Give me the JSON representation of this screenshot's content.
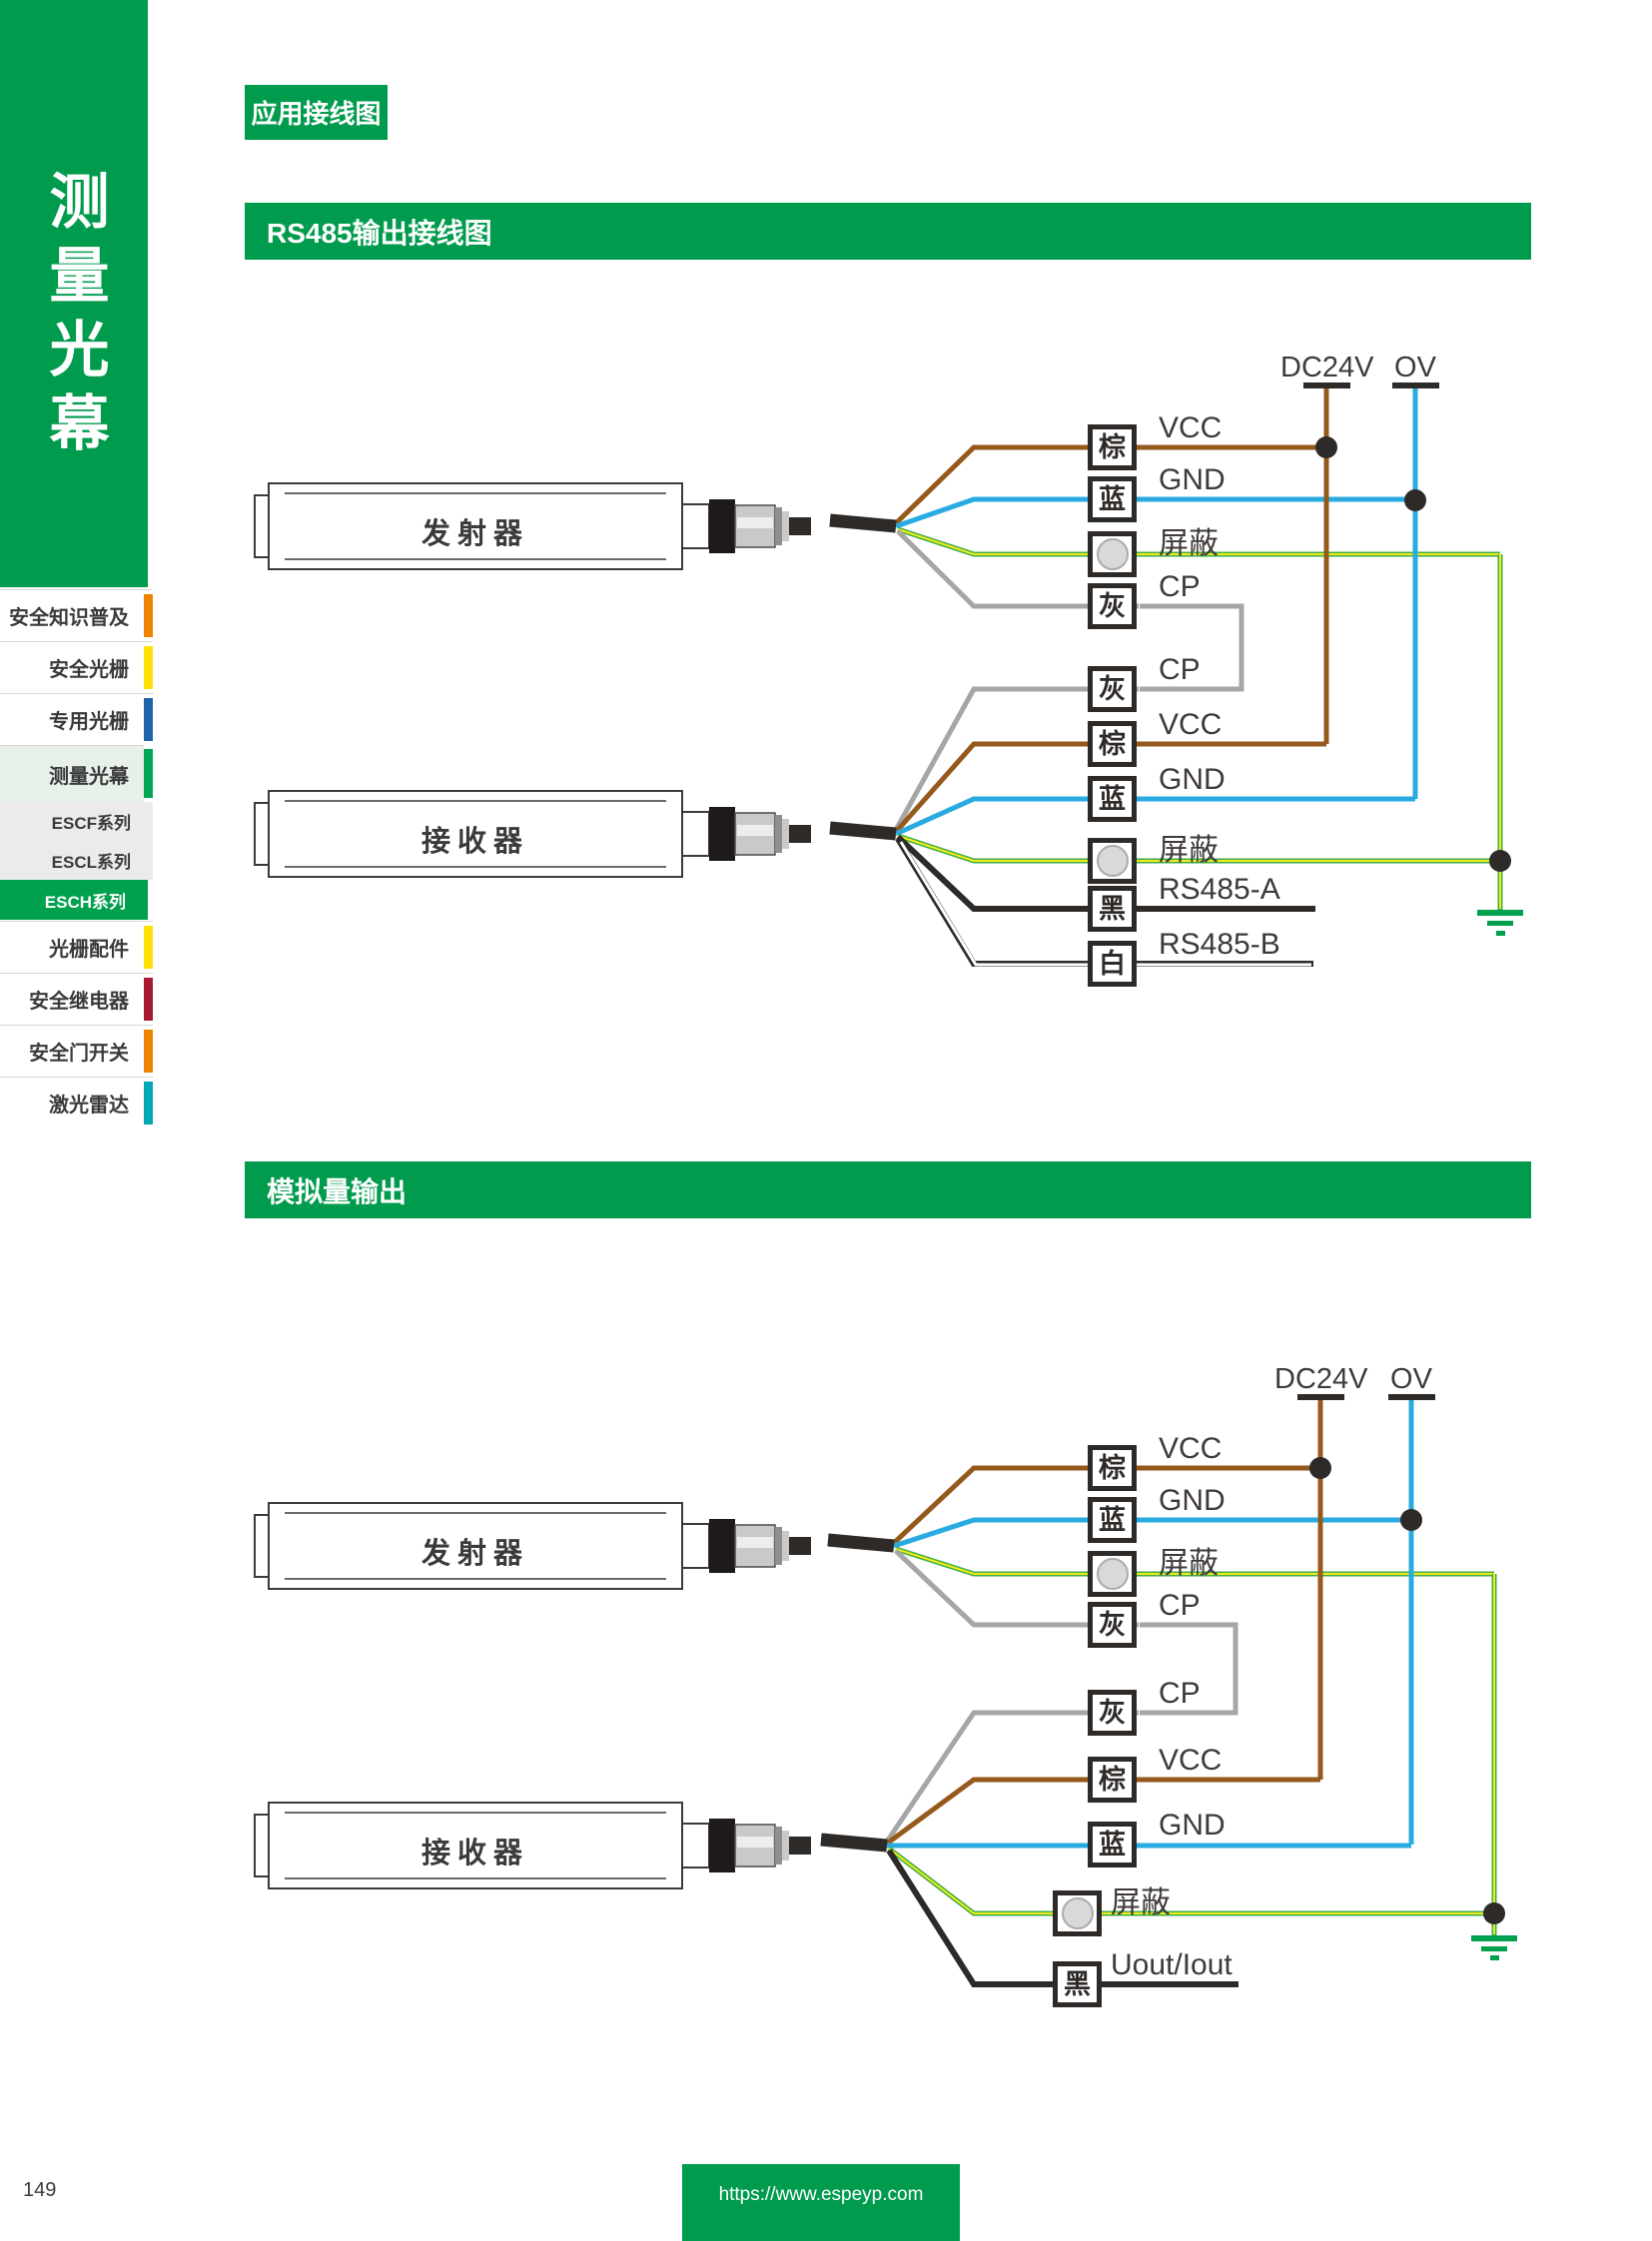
{
  "page": {
    "number": "149",
    "footer_url": "https://www.espeyp.com"
  },
  "colors": {
    "brand": "#009B4D",
    "green_bright": "#00A14E",
    "light_green_bg": "#E7F1EA",
    "sub_bg": "#EBEBEC",
    "dark": "#2E2A28",
    "brown": "#96591C",
    "blue": "#29ABE2",
    "gray": "#A6A6A6",
    "wire_green": "#3DAE49",
    "wire_yellow": "#F2EA1A"
  },
  "sidebar": {
    "vertical_title": "测量光幕",
    "items": [
      {
        "label": "安全知识普及",
        "accent": "#F08300"
      },
      {
        "label": "安全光栅",
        "accent": "#FFE100"
      },
      {
        "label": "专用光栅",
        "accent": "#1F64AD"
      },
      {
        "label": "测量光幕",
        "accent": "#00A651",
        "selected": true
      },
      {
        "label": "ESCF系列"
      },
      {
        "label": "ESCL系列"
      },
      {
        "label": "ESCH系列",
        "active": true
      },
      {
        "label": "光栅配件",
        "accent": "#FFE100"
      },
      {
        "label": "安全继电器",
        "accent": "#A6192E"
      },
      {
        "label": "安全门开关",
        "accent": "#F08300"
      },
      {
        "label": "激光雷达",
        "accent": "#00A7B5"
      }
    ]
  },
  "headers": {
    "badge": "应用接线图",
    "section1": "RS485输出接线图",
    "section2": "模拟量输出"
  },
  "diagram1": {
    "power": {
      "positive": "DC24V",
      "negative": "OV"
    },
    "transmitter_label": "发射器",
    "receiver_label": "接收器",
    "tx_rows": [
      {
        "box": "棕",
        "label": "VCC"
      },
      {
        "box": "蓝",
        "label": "GND"
      },
      {
        "box": "",
        "label": "屏蔽"
      },
      {
        "box": "灰",
        "label": "CP"
      }
    ],
    "rx_rows": [
      {
        "box": "灰",
        "label": "CP"
      },
      {
        "box": "棕",
        "label": "VCC"
      },
      {
        "box": "蓝",
        "label": "GND"
      },
      {
        "box": "",
        "label": "屏蔽"
      },
      {
        "box": "黑",
        "label": "RS485-A"
      },
      {
        "box": "白",
        "label": "RS485-B"
      }
    ]
  },
  "diagram2": {
    "power": {
      "positive": "DC24V",
      "negative": "OV"
    },
    "transmitter_label": "发射器",
    "receiver_label": "接收器",
    "tx_rows": [
      {
        "box": "棕",
        "label": "VCC"
      },
      {
        "box": "蓝",
        "label": "GND"
      },
      {
        "box": "",
        "label": "屏蔽"
      },
      {
        "box": "灰",
        "label": "CP"
      }
    ],
    "rx_rows": [
      {
        "box": "灰",
        "label": "CP"
      },
      {
        "box": "棕",
        "label": "VCC"
      },
      {
        "box": "蓝",
        "label": "GND"
      },
      {
        "box": "",
        "label": "屏蔽"
      },
      {
        "box": "黑",
        "label": "Uout/Iout"
      }
    ]
  }
}
